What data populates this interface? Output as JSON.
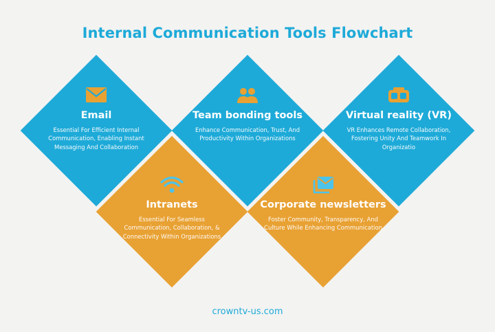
{
  "title": "Internal Communication Tools Flowchart",
  "footer": "crowntv-us.com",
  "colors": {
    "blue": "#1eaad8",
    "orange": "#e8a133",
    "icon_blue": "#e8a133",
    "icon_orange": "#4cc3ea"
  },
  "tools": [
    {
      "name": "Email",
      "icon": "envelope-icon",
      "desc": "Essential For Efficient Internal Communication, Enabling Instant Messaging And Collaboration"
    },
    {
      "name": "Team bonding tools",
      "icon": "people-icon",
      "desc": "Enhance Communication, Trust, And Productivity Within Organizations"
    },
    {
      "name": "Virtual reality (VR)",
      "icon": "vr-headset-icon",
      "desc": "VR Enhances Remote Collaboration, Fostering Unity And Teamwork In Organizatio"
    },
    {
      "name": "Intranets",
      "icon": "wifi-icon",
      "desc": "Essential For Seamless Communication, Collaboration, & Connectivity Within Organizations"
    },
    {
      "name": "Corporate newsletters",
      "icon": "newsletter-icon",
      "desc": "Foster Community, Transparency, And Culture While Enhancing Communication"
    }
  ]
}
